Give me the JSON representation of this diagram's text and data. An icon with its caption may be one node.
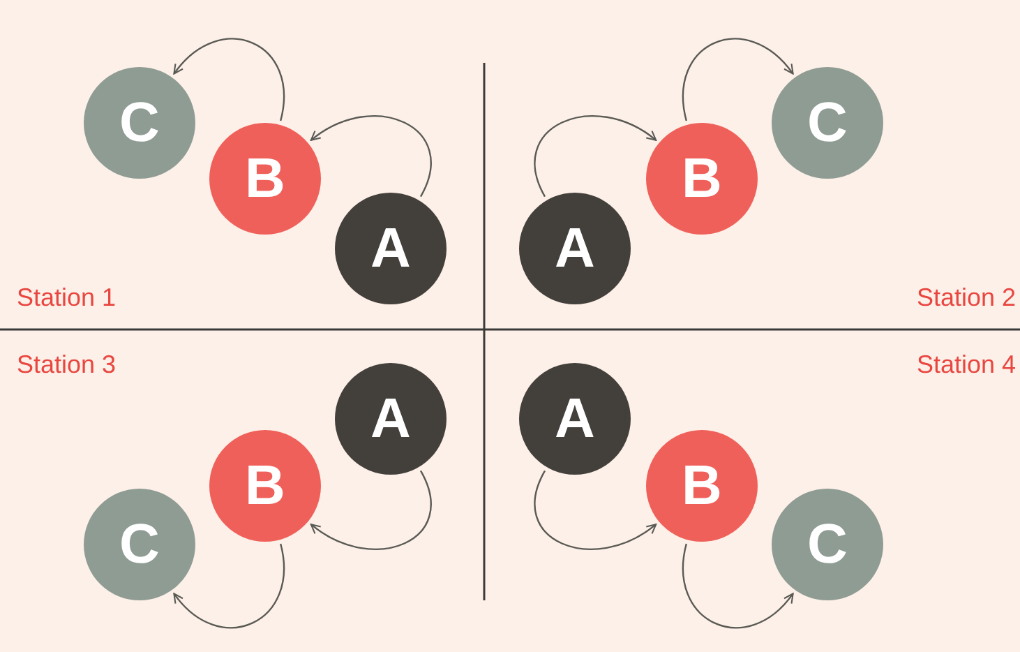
{
  "diagram": {
    "nodes": [
      {
        "text": [
          "C"
        ]
      },
      {
        "text": [
          "B"
        ]
      },
      {
        "text": [
          "A"
        ]
      },
      {
        "text": [
          "A"
        ]
      },
      {
        "text": [
          "B"
        ]
      },
      {
        "text": [
          "C"
        ]
      },
      {
        "text": [
          "A"
        ]
      },
      {
        "text": [
          "B"
        ]
      },
      {
        "text": [
          "C"
        ]
      },
      {
        "text": [
          "A"
        ]
      },
      {
        "text": [
          "B"
        ]
      },
      {
        "text": [
          "C"
        ]
      }
    ],
    "edges": [
      {
        "from": 2,
        "to": 1,
        "arrow": "to"
      },
      {
        "from": 1,
        "to": 0,
        "arrow": "to"
      },
      {
        "from": 3,
        "to": 4,
        "arrow": "to"
      },
      {
        "from": 4,
        "to": 5,
        "arrow": "to"
      },
      {
        "from": 6,
        "to": 7,
        "arrow": "to"
      },
      {
        "from": 7,
        "to": 8,
        "arrow": "to"
      },
      {
        "from": 9,
        "to": 10,
        "arrow": "to"
      },
      {
        "from": 10,
        "to": 11,
        "arrow": "to"
      }
    ],
    "labels": [
      "Station 1",
      "Station 2",
      "Station 3",
      "Station 4"
    ]
  }
}
